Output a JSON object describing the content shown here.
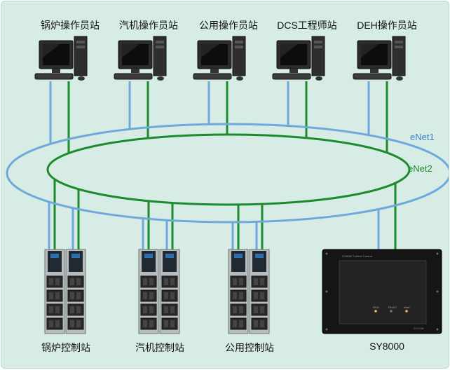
{
  "diagram": {
    "workstations": [
      {
        "id": "boiler-op",
        "label": "锅炉操作员站"
      },
      {
        "id": "turbine-op",
        "label": "汽机操作员站"
      },
      {
        "id": "common-op",
        "label": "公用操作员站"
      },
      {
        "id": "dcs-eng",
        "label": "DCS工程师站"
      },
      {
        "id": "deh-op",
        "label": "DEH操作员站"
      }
    ],
    "control_stations": [
      {
        "id": "boiler-ctl",
        "label": "锅炉控制站"
      },
      {
        "id": "turbine-ctl",
        "label": "汽机控制站"
      },
      {
        "id": "common-ctl",
        "label": "公用控制站"
      }
    ],
    "turbine_controller": {
      "label": "SY8000",
      "panel_title": "SY8000 Turbine Control",
      "indicators": [
        "RUN",
        "FAULT",
        "eNet"
      ],
      "brand": "SOYON"
    },
    "networks": [
      {
        "id": "enet1",
        "label": "eNet1",
        "color": "#6fa8dc"
      },
      {
        "id": "enet2",
        "label": "eNet2",
        "color": "#1e8a2e"
      }
    ]
  }
}
